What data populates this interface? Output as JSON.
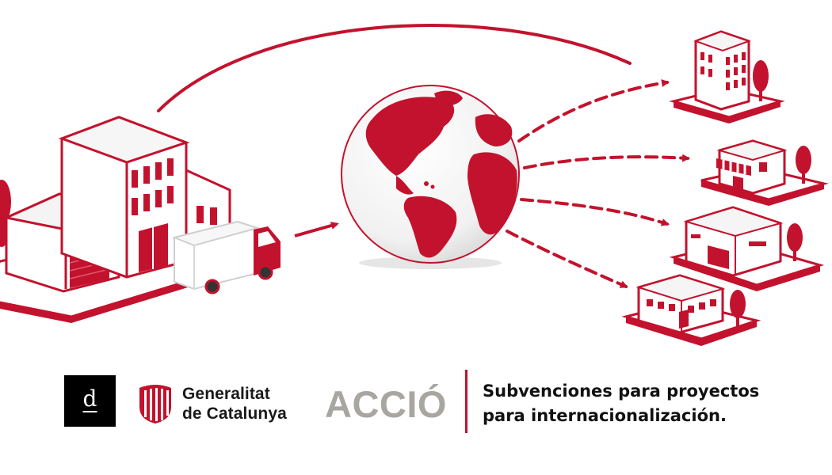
{
  "colors": {
    "brand_red": "#c3122d",
    "accio_gray": "#a8a6a1",
    "text_dark": "#111111",
    "background": "#ffffff"
  },
  "illustration": {
    "icons": [
      "factory-icon",
      "delivery-truck-icon",
      "globe-icon",
      "office-building-icon",
      "shop-icon",
      "warehouse-icon",
      "small-office-icon",
      "tree-icon"
    ]
  },
  "logos": {
    "d_mark": "d",
    "generalitat_line1": "Generalitat",
    "generalitat_line2": "de Catalunya",
    "accio": "ACCIÓ"
  },
  "tagline": {
    "line1": "Subvenciones para proyectos",
    "line2": "para internacionalización."
  }
}
